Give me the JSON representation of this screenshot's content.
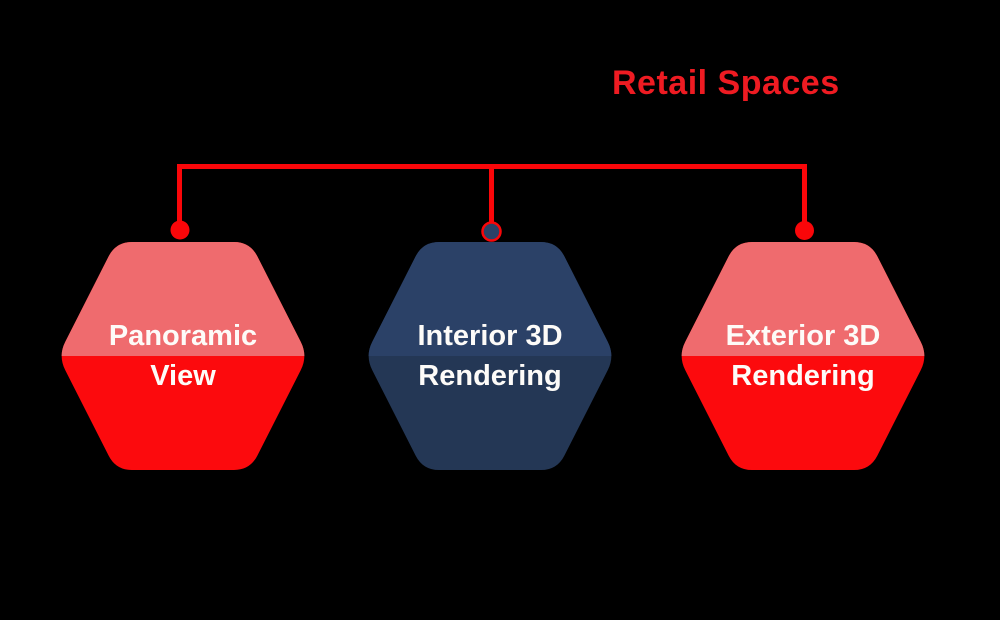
{
  "title": {
    "text": "Retail Spaces"
  },
  "colors": {
    "background": "#000000",
    "title": "#ee1b22",
    "connector": "#fa0609",
    "text": "#fdfbf8"
  },
  "nodes": [
    {
      "id": "panoramic-view",
      "label_lines": [
        "Panoramic",
        "View"
      ],
      "colors": {
        "top": "#ef6b6e",
        "bottom": "#fc0a0d",
        "dot": "#fa0609",
        "dot_stroke": "#fa0609"
      }
    },
    {
      "id": "interior-3d-rendering",
      "label_lines": [
        "Interior 3D",
        "Rendering"
      ],
      "colors": {
        "top": "#2b4167",
        "bottom": "#243755",
        "dot": "#2b4167",
        "dot_stroke": "#fa0609"
      }
    },
    {
      "id": "exterior-3d-rendering",
      "label_lines": [
        "Exterior 3D",
        "Rendering"
      ],
      "colors": {
        "top": "#ef6b6e",
        "bottom": "#fc0a0d",
        "dot": "#fa0609",
        "dot_stroke": "#fa0609"
      }
    }
  ]
}
